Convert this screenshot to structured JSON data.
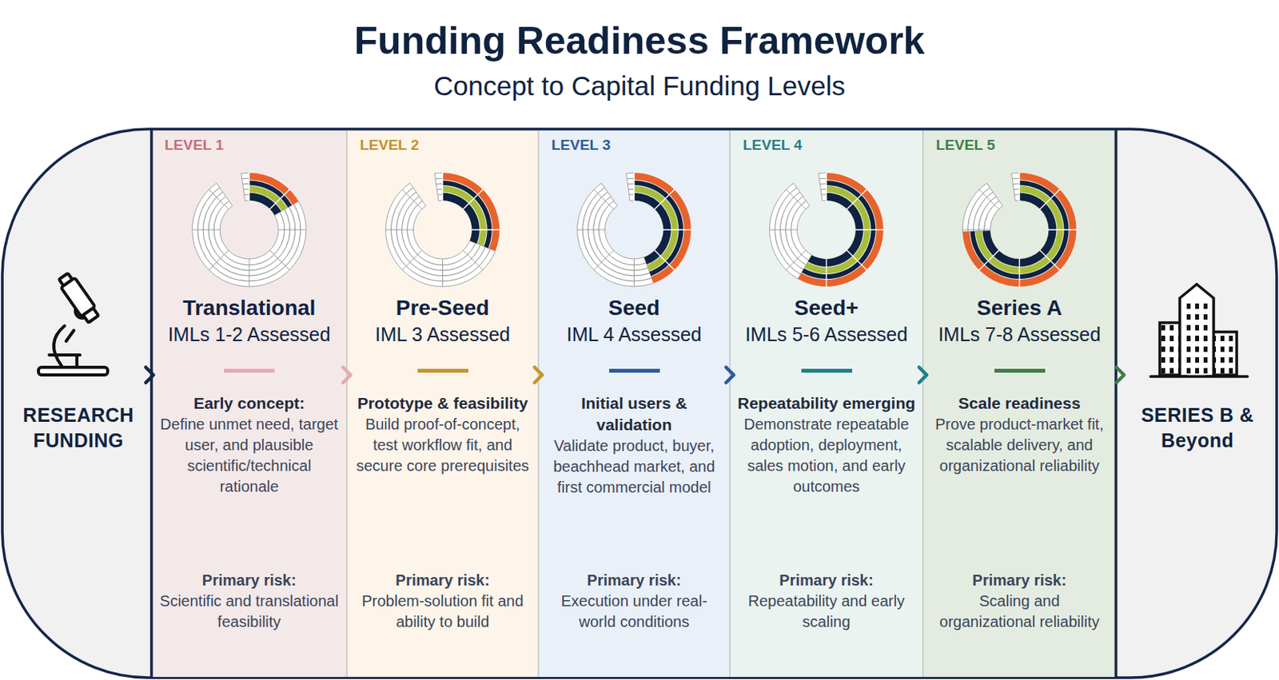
{
  "diagram": {
    "title": "Funding Readiness Framework",
    "nodes": [
      {
        "text": [
          "RESEARCH FUNDING"
        ]
      },
      {
        "text": [
          "LEVEL 1",
          "Translational",
          "IMLs 1-2 Assessed",
          "Early concept:",
          "Define unmet need, target user, and plausible scientific/technical rationale",
          "Primary risk:",
          "Scientific and translational feasibility"
        ]
      },
      {
        "text": [
          "LEVEL 2",
          "Pre-Seed",
          "IML 3 Assessed",
          "Prototype & feasibility",
          "Build proof-of-concept, test workflow fit, and secure core prerequisites",
          "Primary risk:",
          "Problem-solution fit and ability to build"
        ]
      },
      {
        "text": [
          "LEVEL 3",
          "Seed",
          "IML 4 Assessed",
          "Initial users & validation",
          "Validate product, buyer, beachhead market, and first commercial model",
          "Primary risk:",
          "Execution under real-world conditions"
        ]
      },
      {
        "text": [
          "LEVEL 4",
          "Seed+",
          "IMLs 5-6 Assessed",
          "Repeatability emerging",
          "Demonstrate repeatable adoption, deployment, sales motion, and early outcomes",
          "Primary risk:",
          "Repeatability and early scaling"
        ]
      },
      {
        "text": [
          "LEVEL 5",
          "Series A",
          "IMLs 7-8 Assessed",
          "Scale readiness",
          "Prove product-market fit, scalable delivery, and organizational reliability",
          "Primary risk:",
          "Scaling and organizational reliability"
        ]
      },
      {
        "text": [
          "SERIES B & Beyond"
        ]
      }
    ],
    "edges": [
      {
        "from": 0,
        "to": 1,
        "arrow": "to"
      },
      {
        "from": 1,
        "to": 2,
        "arrow": "to"
      },
      {
        "from": 2,
        "to": 3,
        "arrow": "to"
      },
      {
        "from": 3,
        "to": 4,
        "arrow": "to"
      },
      {
        "from": 4,
        "to": 5,
        "arrow": "to"
      },
      {
        "from": 5,
        "to": 6,
        "arrow": "to"
      }
    ],
    "labels": [
      "Concept to Capital Funding Levels"
    ]
  }
}
